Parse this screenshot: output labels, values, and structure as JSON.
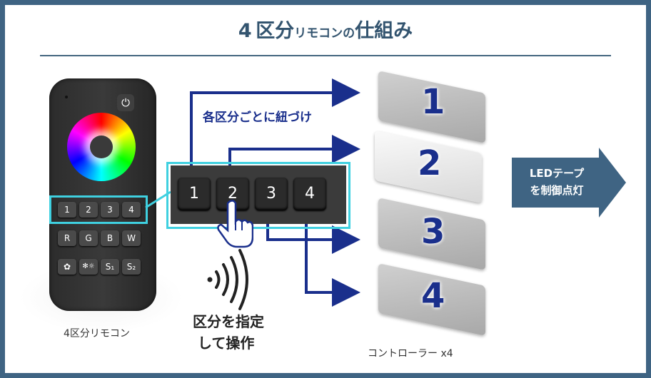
{
  "title": {
    "main_num": "4",
    "main_a": "区分",
    "sub": "リモコンの",
    "main_b": "仕組み"
  },
  "remote": {
    "label": "4区分リモコン",
    "power_symbol": "⏻",
    "zone_buttons": [
      "1",
      "2",
      "3",
      "4"
    ],
    "rgbw_buttons": [
      "R",
      "G",
      "B",
      "W"
    ],
    "func_buttons": [
      "✿",
      "✻☼",
      "S₁",
      "S₂"
    ]
  },
  "panel_buttons": [
    "1",
    "2",
    "3",
    "4"
  ],
  "annotation_top": "各区分ごとに紐づけ",
  "annotation_bottom": [
    "区分を指定",
    "して操作"
  ],
  "controllers": {
    "numbers": [
      "1",
      "2",
      "3",
      "4"
    ],
    "label": "コントローラー x4"
  },
  "output": {
    "line1": "LEDテープ",
    "line2": "を制御点灯"
  },
  "colors": {
    "frame": "#3f6483",
    "accent_line": "#1a2f8c",
    "highlight": "#3fd0e0",
    "title": "#33546f"
  }
}
